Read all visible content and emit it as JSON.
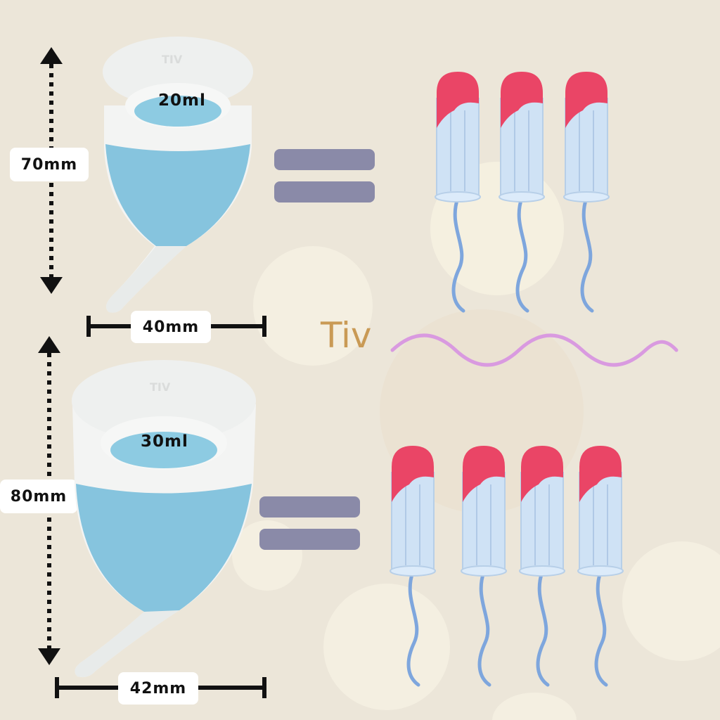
{
  "brand": {
    "name": "Tiv",
    "cup_embossing": "TIV",
    "color": "#c99a55"
  },
  "colors": {
    "background": "#ece6d9",
    "tampon_tip": "#ea4566",
    "tampon_body": "#cfe2f5",
    "string": "#7ea6dd",
    "equals": "#8a8aa8",
    "wave": "#d99ae0",
    "liquid": "#86c4de"
  },
  "small_cup": {
    "height_label": "70mm",
    "width_label": "40mm",
    "volume_label": "20ml",
    "tampon_count": 3
  },
  "large_cup": {
    "height_label": "80mm",
    "width_label": "42mm",
    "volume_label": "30ml",
    "tampon_count": 4
  }
}
